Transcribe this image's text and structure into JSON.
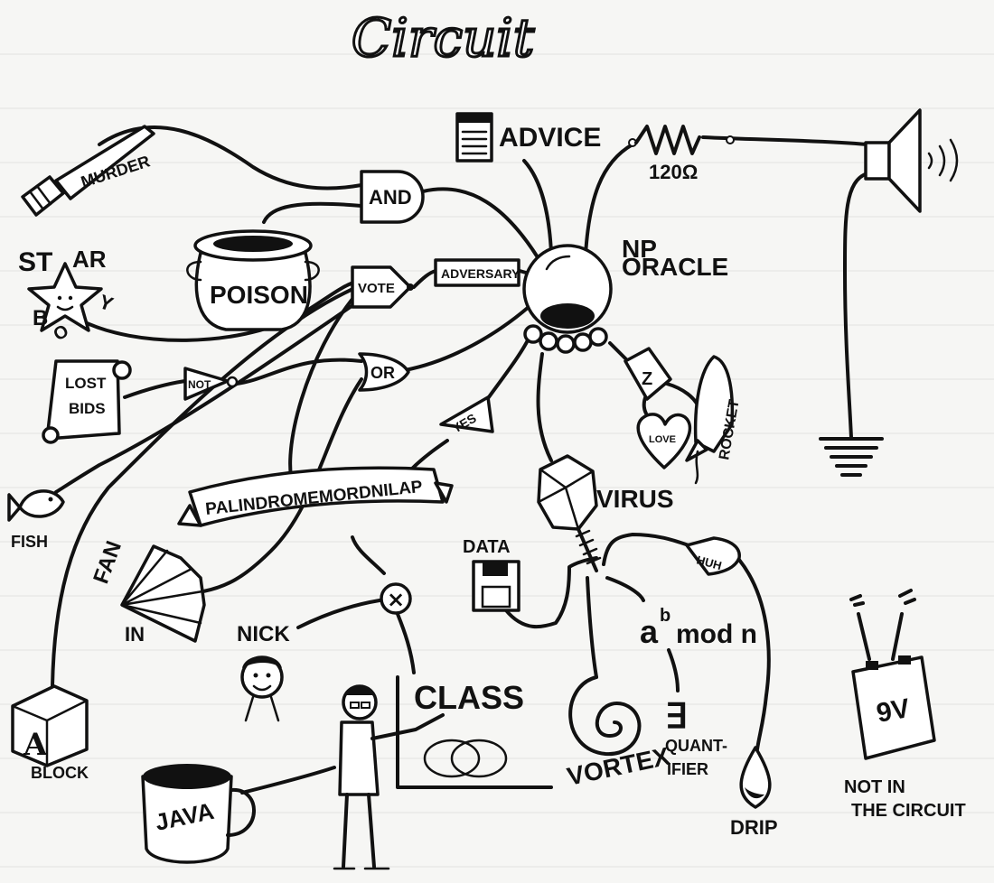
{
  "title": "Circuit",
  "oracle": {
    "line1": "NP",
    "line2": "ORACLE"
  },
  "gates": {
    "and": "AND",
    "vote": "VOTE",
    "adversary": "ADVERSARY",
    "or": "OR",
    "not": "NOT",
    "yes": "YES",
    "z": "Z",
    "huh": "HUH",
    "times": "×"
  },
  "components": {
    "advice": "ADVICE",
    "resistor": "120Ω",
    "murder": "MURDER",
    "poison": "POISON",
    "star_boy": {
      "s": "ST",
      "ar": "AR",
      "b": "B",
      "o": "O",
      "y": "Y"
    },
    "lost_bids": {
      "line1": "LOST",
      "line2": "BIDS"
    },
    "fish": "FISH",
    "palindrome": "PALINDROMEMORDNILAP",
    "fan_in": {
      "line1": "FAN",
      "line2": "IN"
    },
    "block": "BLOCK",
    "block_letter": "A",
    "nick": "NICK",
    "class": "CLASS",
    "java": "JAVA",
    "data": "DATA",
    "virus": "VIRUS",
    "formula": {
      "base": "a",
      "exp": "b",
      "rest": "mod n"
    },
    "vortex": "VORTEX",
    "quantifier": {
      "symbol": "∃",
      "line1": "QUANT-",
      "line2": "IFIER"
    },
    "drip": "DRIP",
    "love": "LOVE",
    "rocket": "ROCKET",
    "battery_label": "9V",
    "not_in_circuit": {
      "line1": "NOT IN",
      "line2": "THE CIRCUIT"
    }
  }
}
